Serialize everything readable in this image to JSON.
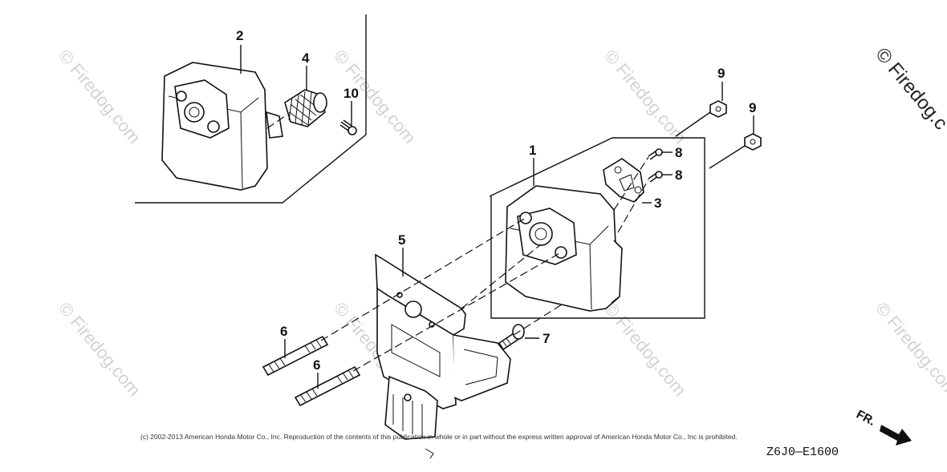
{
  "callouts": {
    "c1": "1",
    "c2": "2",
    "c3": "3",
    "c4": "4",
    "c5": "5",
    "c6a": "6",
    "c6b": "6",
    "c7": "7",
    "c8a": "8",
    "c8b": "8",
    "c9a": "9",
    "c9b": "9",
    "c10": "10"
  },
  "watermark": {
    "text": "© Firedog.com",
    "corner_text": "© Firedog.c"
  },
  "footer": {
    "copyright": "(c) 2002-2013 American Honda Motor Co., Inc. Reproduction of the contents of this publication in whole or in part without the express written approval of American Honda Motor Co., Inc is prohibited.",
    "diagram_code": "Z6J0—E1600",
    "direction_label": "FR."
  },
  "colors": {
    "line": "#111111",
    "watermark": "#d2d2d2",
    "background": "#ffffff"
  }
}
